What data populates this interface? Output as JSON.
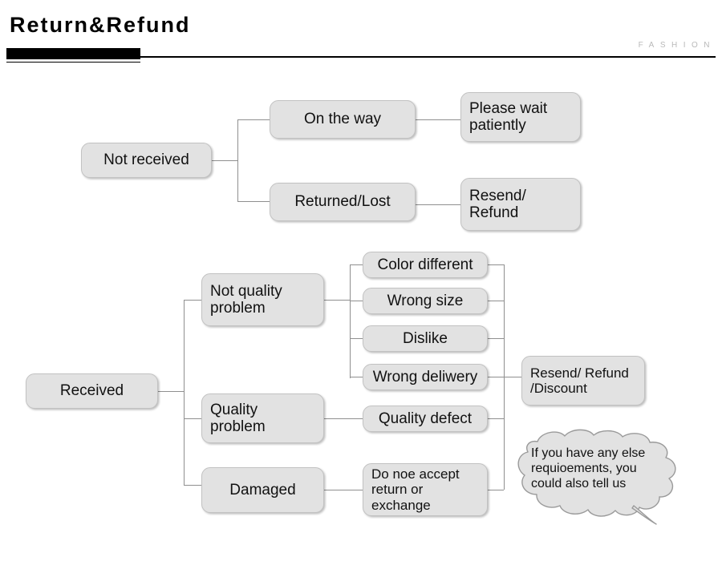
{
  "header": {
    "title": "Return&Refund",
    "brand": "FASHION"
  },
  "chart_data": {
    "type": "diagram",
    "title": "Return&Refund",
    "charts": [
      {
        "name": "not-received-flow",
        "root": "Not received",
        "branches": [
          {
            "label": "On the way",
            "outcome": "Please wait\npatiently"
          },
          {
            "label": "Returned/Lost",
            "outcome": "Resend/\nRefund"
          }
        ]
      },
      {
        "name": "received-flow",
        "root": "Received",
        "branches": [
          {
            "label": "Not quality\nproblem",
            "reasons": [
              "Color different",
              "Wrong size",
              "Dislike",
              "Wrong deliwery"
            ]
          },
          {
            "label": "Quality\nproblem",
            "reasons": [
              "Quality defect"
            ]
          },
          {
            "label": "Damaged",
            "reasons": [
              "Do noe accept\nreturn or\nexchange"
            ]
          }
        ],
        "outcome": "Resend/ Refund\n/Discount"
      }
    ],
    "callout": "If you have any else\nrequioements, you\ncould also tell us"
  },
  "flow1": {
    "root": "Not received",
    "mid_top": "On the way",
    "mid_bottom": "Returned/Lost",
    "end_top": "Please wait\npatiently",
    "end_bottom": "Resend/\nRefund"
  },
  "flow2": {
    "root": "Received",
    "cat_1": "Not quality\nproblem",
    "cat_2": "Quality\nproblem",
    "cat_3": "Damaged",
    "reason_1": "Color different",
    "reason_2": "Wrong size",
    "reason_3": "Dislike",
    "reason_4": "Wrong deliwery",
    "reason_5": "Quality defect",
    "reason_6": "Do noe accept\nreturn or\nexchange",
    "outcome": "Resend/ Refund\n/Discount",
    "callout": "If you have any else\nrequioements, you\ncould also tell us"
  },
  "colors": {
    "node_fill": "#e2e2e2",
    "node_border": "#c2c2c2",
    "line": "#8f8f8f",
    "brand_text": "#b9b9b9",
    "rule": "#000000"
  }
}
